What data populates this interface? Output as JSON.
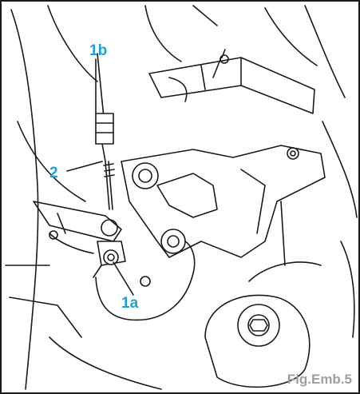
{
  "figure": {
    "caption": "Fig.Emb.5",
    "caption_color": "#9aa0a6",
    "callout_color": "#1ca1dd",
    "line_color": "#1a1a1a",
    "callouts": {
      "c1b": "1b",
      "c2": "2",
      "c1a": "1a"
    }
  }
}
